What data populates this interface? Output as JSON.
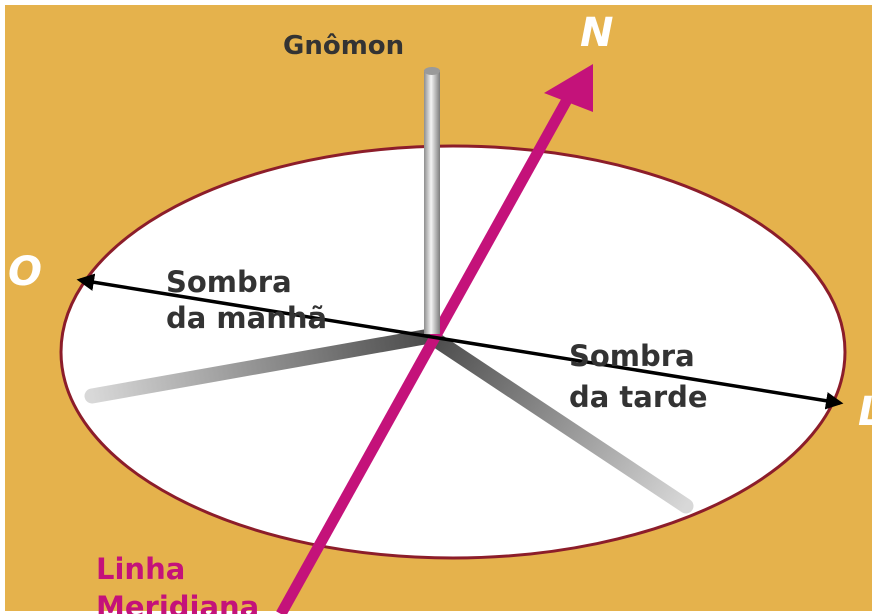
{
  "labels": {
    "gnomon": "Gnômon",
    "morning_shadow": [
      "Sombra",
      "da manhã"
    ],
    "afternoon_shadow": [
      "Sombra",
      "da tarde"
    ],
    "meridian_line": [
      "Linha",
      "Meridiana"
    ]
  },
  "compass": {
    "north": "N",
    "west": "O",
    "east": "L"
  },
  "colors": {
    "background": "#e5b24c",
    "disc": "#ffffff",
    "disc_border": "#8c1d2a",
    "meridian": "#c4127a",
    "text_dark": "#333333",
    "text_meridian": "#c4127a",
    "compass_text": "#ffffff",
    "east_west_arrow": "#000000"
  }
}
